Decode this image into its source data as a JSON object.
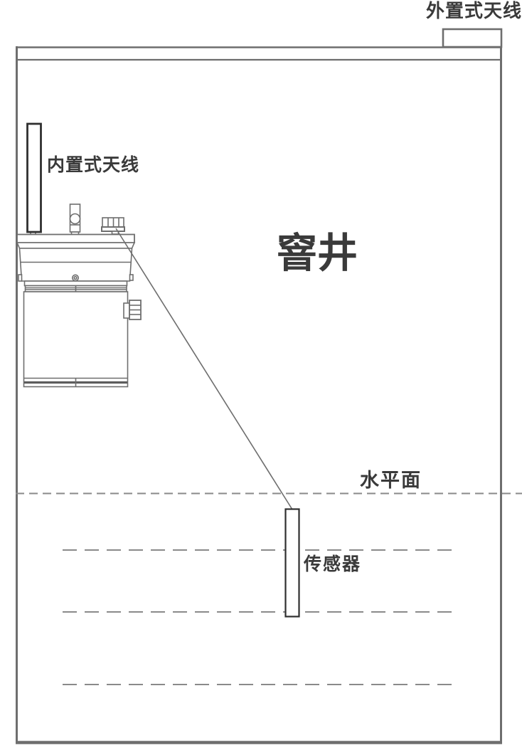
{
  "diagram": {
    "type": "technical-illustration",
    "subject": "manhole-water-level-monitoring",
    "labels": {
      "external_antenna": "外置式天线",
      "internal_antenna": "内置式天线",
      "well": "窨井",
      "water_surface": "水平面",
      "sensor": "传感器"
    },
    "colors": {
      "background": "#ffffff",
      "outline_gray": "#6e6e6e",
      "dashed_gray": "#8a8a8a",
      "accent_dark": "#2f2f2f",
      "text": "#3a3a3a"
    }
  }
}
